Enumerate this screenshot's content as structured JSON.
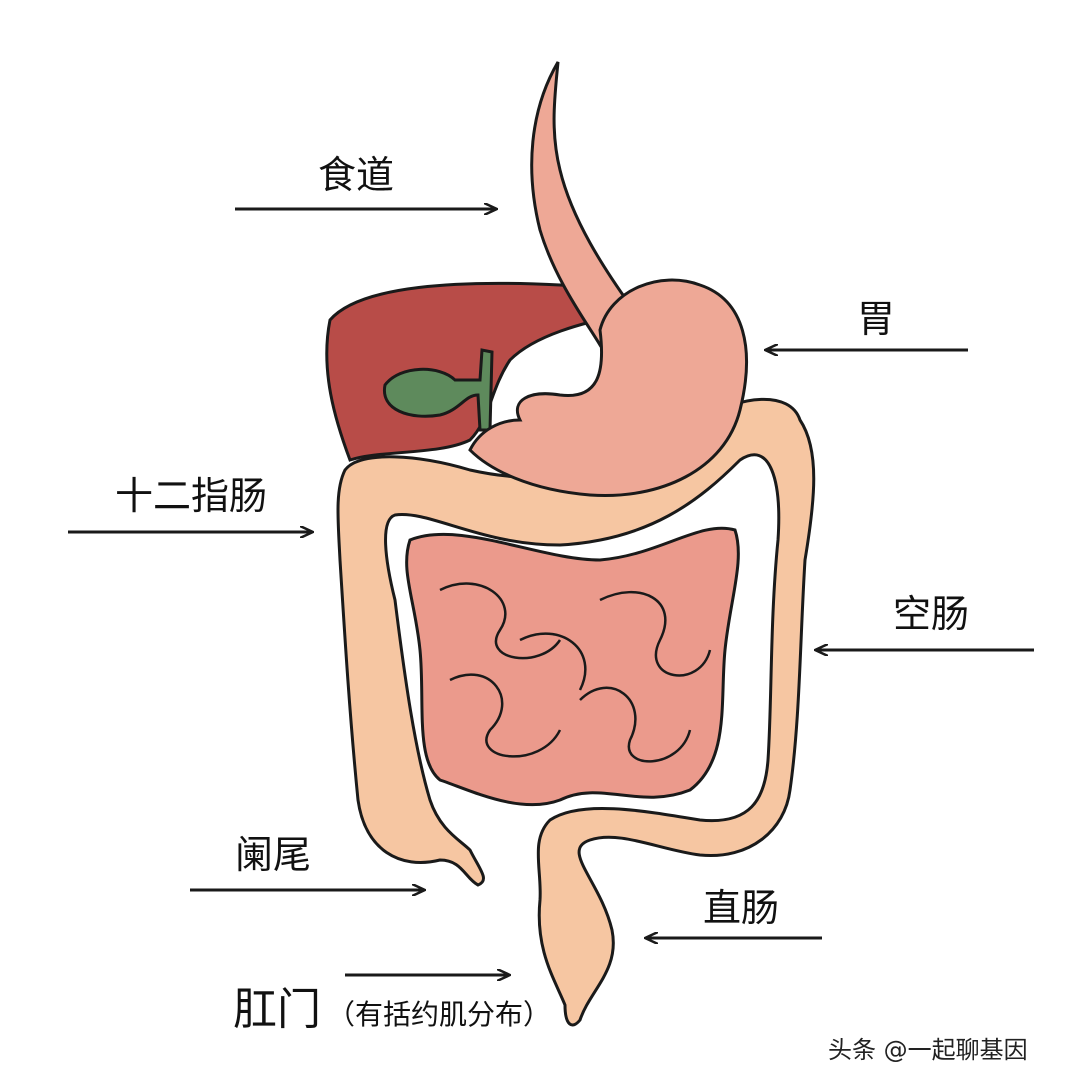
{
  "labels": {
    "esophagus": "食道",
    "stomach": "胃",
    "duodenum": "十二指肠",
    "jejunum": "空肠",
    "appendix": "阑尾",
    "rectum": "直肠",
    "anus": "肛门",
    "anus_note": "（有括约肌分布）"
  },
  "watermark": "头条 @一起聊基因",
  "colors": {
    "esophagus_stomach": "#eea896",
    "liver": "#b84c48",
    "gallbladder": "#5e8a5c",
    "large_intestine": "#f6c6a2",
    "small_intestine": "#eb9a8c",
    "outline": "#1a1a1a"
  }
}
